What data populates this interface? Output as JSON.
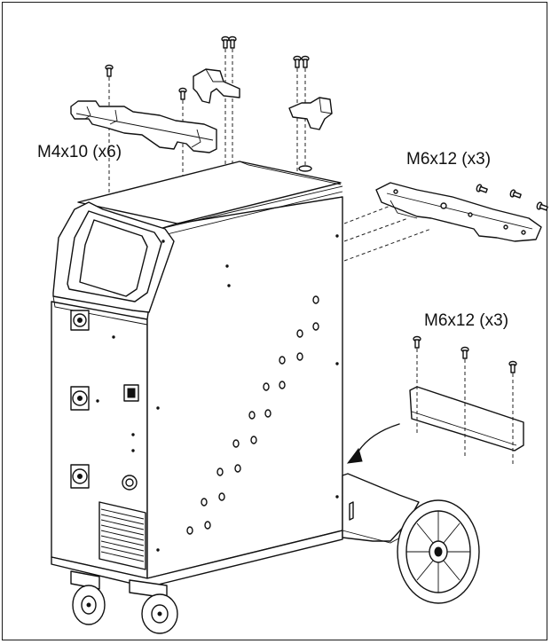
{
  "labels": {
    "top_screws": "M4x10 (x6)",
    "bracket_screws": "M6x12 (x3)",
    "shelf_screws": "M6x12 (x3)"
  },
  "colors": {
    "line": "#111111",
    "background": "#ffffff"
  }
}
